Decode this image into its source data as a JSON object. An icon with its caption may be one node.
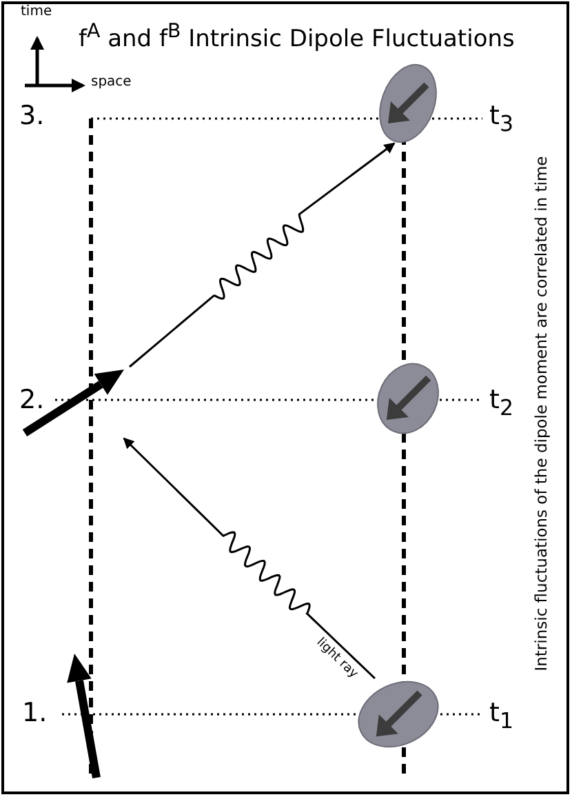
{
  "diagram": {
    "title": "f$^{A}$ and f$^{B}$  Intrinsic Dipole Fluctuations",
    "nodes": [
      {
        "text": [],
        "shape": "ellipse"
      },
      {
        "text": [],
        "shape": "arrow"
      },
      {
        "text": [],
        "shape": "ellipse"
      },
      {
        "text": [],
        "shape": "arrow"
      },
      {
        "text": [],
        "shape": "ellipse"
      }
    ],
    "edges": [
      {
        "from": 4,
        "to": 1,
        "arrow": "to",
        "label": "light ray"
      },
      {
        "from": 1,
        "to": 0,
        "arrow": "to"
      }
    ],
    "labels": [
      "time",
      "space",
      "3.",
      "t$_{3}$",
      "2.",
      "t$_{2}$",
      "1.",
      "t$_{1}$",
      "Intrinsic fluctuations of the dipole moment are correlated in time"
    ]
  }
}
